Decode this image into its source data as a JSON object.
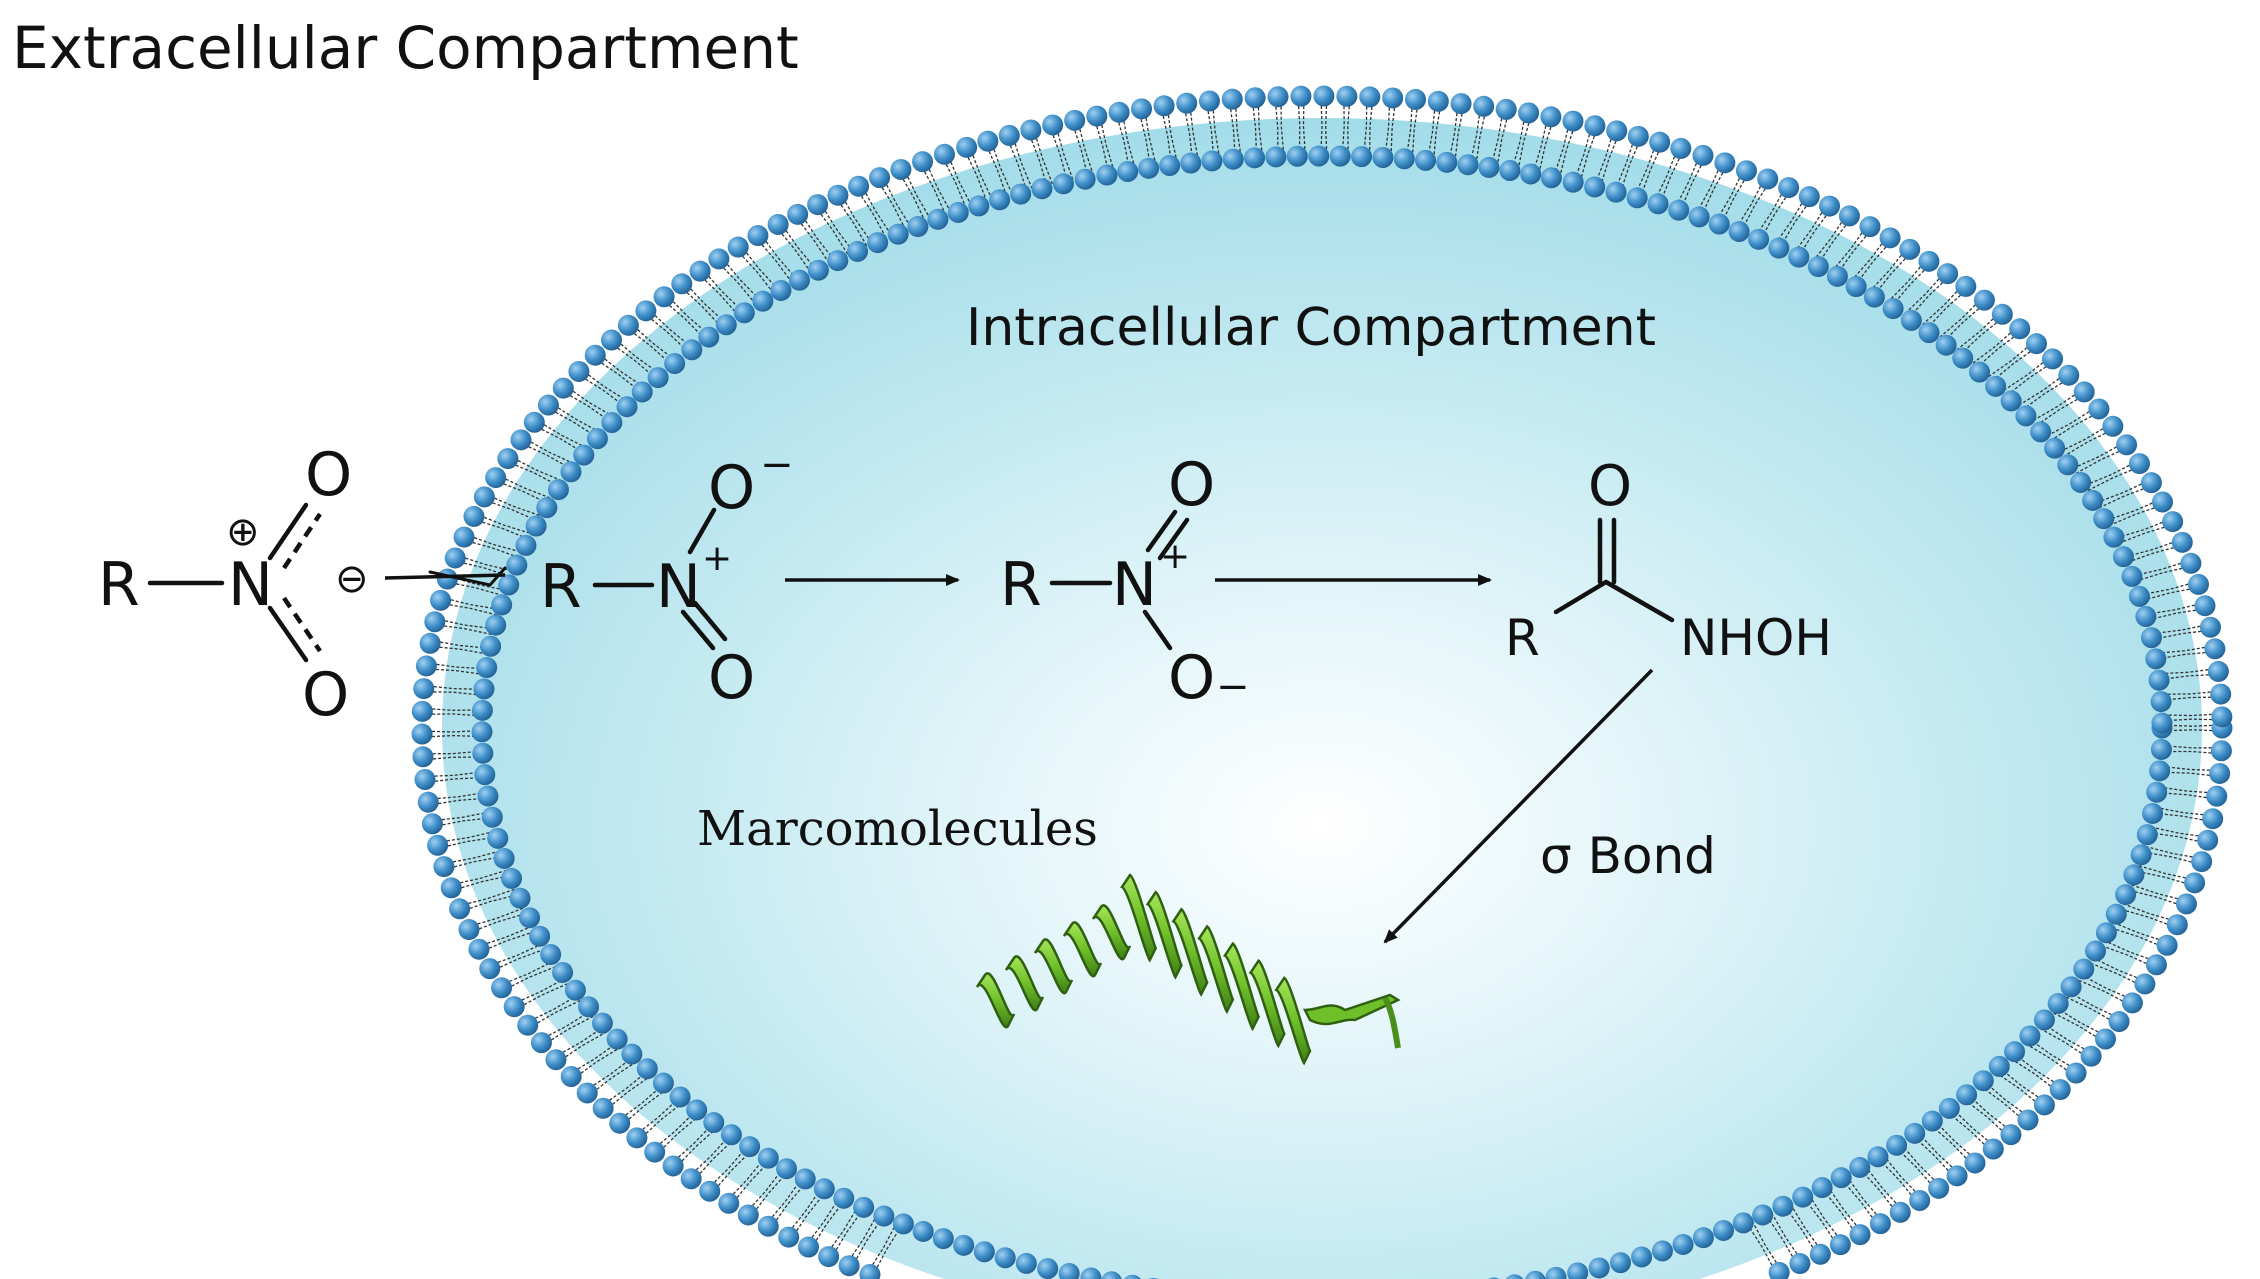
{
  "labels": {
    "extracellular": "Extracellular Compartment",
    "intracellular": "Intracellular Compartment",
    "macromolecules": "Marcomolecules",
    "sigma_bond": "σ Bond"
  },
  "molecules": {
    "resonance_nitro": {
      "R": "R",
      "N": "N",
      "O_top": "O",
      "O_bottom": "O",
      "plus": "⊕",
      "minus": "⊖"
    },
    "nitro_1": {
      "R": "R",
      "N": "N",
      "plus": "+",
      "O_top": "O",
      "O_top_charge": "−",
      "O_bottom": "O"
    },
    "nitro_2": {
      "R": "R",
      "N": "N",
      "plus": "+",
      "O_top": "O",
      "O_bottom": "O",
      "O_bottom_charge": "−"
    },
    "hydroxamic": {
      "R": "R",
      "O": "O",
      "NHOH": "NHOH"
    }
  },
  "colors": {
    "membrane_bead": "#3f8fc9",
    "cytoplasm_center": "#ffffff",
    "cytoplasm_edge": "#9fdbe8",
    "protein": "#6fbf2a",
    "text": "#111111"
  },
  "icons": {
    "membrane": "lipid-bilayer",
    "protein": "alpha-helix-protein"
  }
}
